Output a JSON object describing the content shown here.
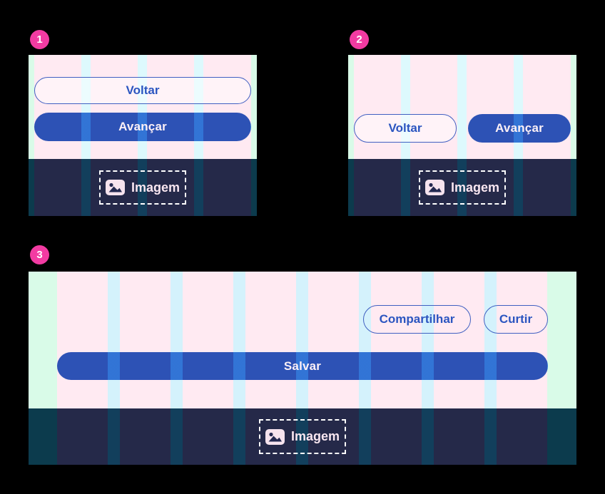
{
  "badges": {
    "one": "1",
    "two": "2",
    "three": "3"
  },
  "panels": {
    "p1": {
      "back_label": "Voltar",
      "next_label": "Avançar",
      "image_label": "Imagem"
    },
    "p2": {
      "back_label": "Voltar",
      "next_label": "Avançar",
      "image_label": "Imagem"
    },
    "p3": {
      "share_label": "Compartilhar",
      "like_label": "Curtir",
      "save_label": "Salvar",
      "image_label": "Imagem"
    }
  },
  "colors": {
    "background": "#000000",
    "mint": "#d9fbe8",
    "pink_column": "#ffeaf2",
    "cyan_gutter": "#ddf9fd",
    "cyan_gutter_wide": "#d4f2fc",
    "navy": "#252949",
    "dark_margin": "#0c3b4d",
    "dark_gutter": "#123f5c",
    "primary_blue": "#2d52b5",
    "outline_blue": "#3f5fc1",
    "text_blue": "#2b55c0",
    "badge_pink": "#f23ba2",
    "pale_pink_text": "#f8e6f0"
  }
}
